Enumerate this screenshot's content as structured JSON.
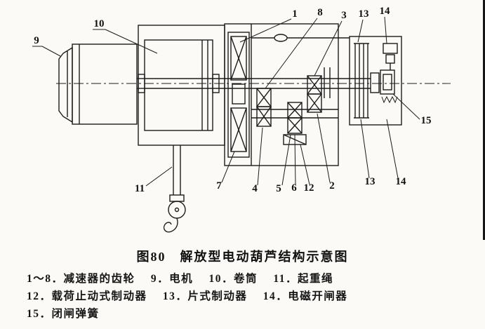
{
  "figure": {
    "caption": "图80　解放型电动葫芦结构示意图",
    "legend_lines": {
      "line1": "1～8．减速器的齿轮　 9．电机　 10．卷筒　 11．起重绳",
      "line2": "12．载荷止动式制动器　 13．片式制动器　 14．电磁开闸器",
      "line3": "15．闭闸弹簧"
    }
  },
  "diagram": {
    "description": "解放型电动葫芦结构示意图",
    "callouts": {
      "c1": "1",
      "c8": "8",
      "c3": "3",
      "c13t": "13",
      "c14t": "14",
      "c9": "9",
      "c10": "10",
      "c15": "15",
      "c11": "11",
      "c7": "7",
      "c4": "4",
      "c5": "5",
      "c6": "6",
      "c12": "12",
      "c2": "2",
      "c13b": "13",
      "c14b": "14"
    },
    "parts": {
      "motor": "电机",
      "drum": "卷筒",
      "gear_train": "减速器的齿轮",
      "rope_hook": "起重绳",
      "load_brake": "载荷止动式制动器",
      "disc_brake": "片式制动器",
      "magnet_release": "电磁开闸器",
      "closing_spring": "闭闸弹簧"
    }
  }
}
